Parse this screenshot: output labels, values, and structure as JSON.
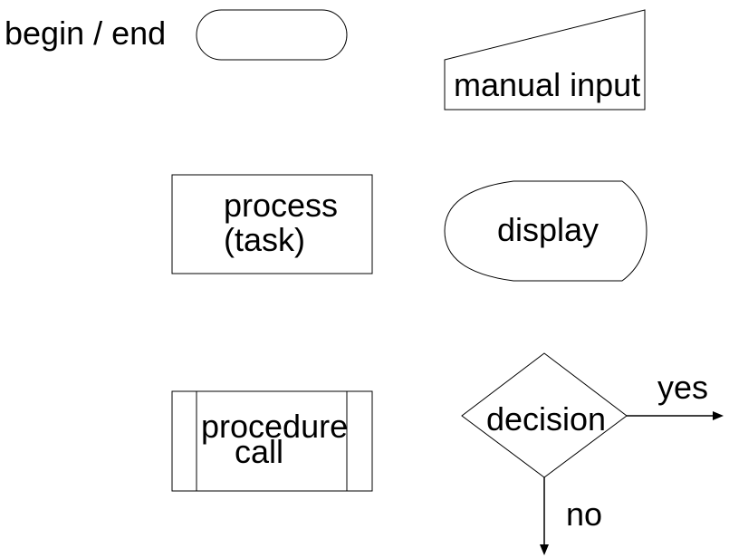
{
  "labels": {
    "begin_end": "begin / end",
    "manual_input": "manual input",
    "process_line1": "process",
    "process_line2": "(task)",
    "display": "display",
    "procedure_line1": "procedure",
    "procedure_line2": "call",
    "decision": "decision",
    "yes": "yes",
    "no": "no"
  },
  "colors": {
    "stroke": "#000000",
    "background": "#ffffff"
  }
}
